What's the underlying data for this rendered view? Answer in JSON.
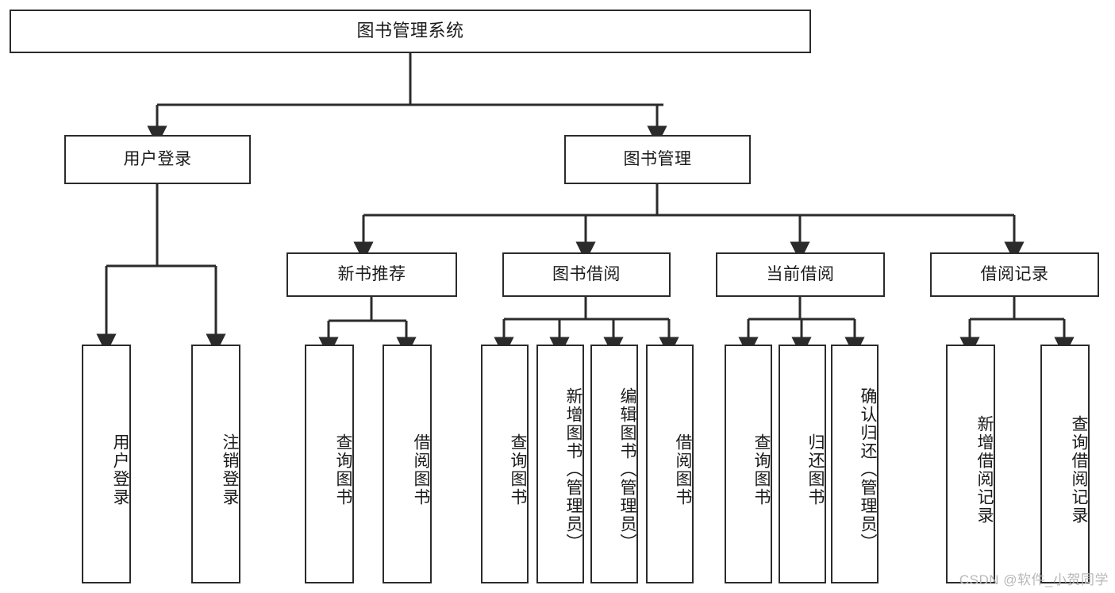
{
  "diagram": {
    "title": "图书管理系统",
    "type": "hierarchy-tree",
    "colors": {
      "background": "#ffffff",
      "node_border": "#2b2b2b",
      "node_fill": "#ffffff",
      "connector": "#2b2b2b",
      "text": "#1a1a1a",
      "watermark": "#b8b8b8"
    }
  },
  "root": {
    "label": "图书管理系统"
  },
  "level1": [
    {
      "label": "用户登录"
    },
    {
      "label": "图书管理"
    }
  ],
  "level2": [
    {
      "label": "新书推荐"
    },
    {
      "label": "图书借阅"
    },
    {
      "label": "当前借阅"
    },
    {
      "label": "借阅记录"
    }
  ],
  "leaves": {
    "user_login": [
      {
        "label": "用户登录"
      },
      {
        "label": "注销登录"
      }
    ],
    "new_book_recommend": [
      {
        "label": "查询图书"
      },
      {
        "label": "借阅图书"
      }
    ],
    "book_borrow": [
      {
        "label": "查询图书"
      },
      {
        "label": "新增图书（管理员）"
      },
      {
        "label": "编辑图书（管理员）"
      },
      {
        "label": "借阅图书"
      }
    ],
    "current_borrow": [
      {
        "label": "查询图书"
      },
      {
        "label": "归还图书"
      },
      {
        "label": "确认归还（管理员）"
      }
    ],
    "borrow_records": [
      {
        "label": "新增借阅记录"
      },
      {
        "label": "查询借阅记录"
      }
    ]
  },
  "watermark": {
    "text": "CSDN @软件_小贺同学"
  }
}
